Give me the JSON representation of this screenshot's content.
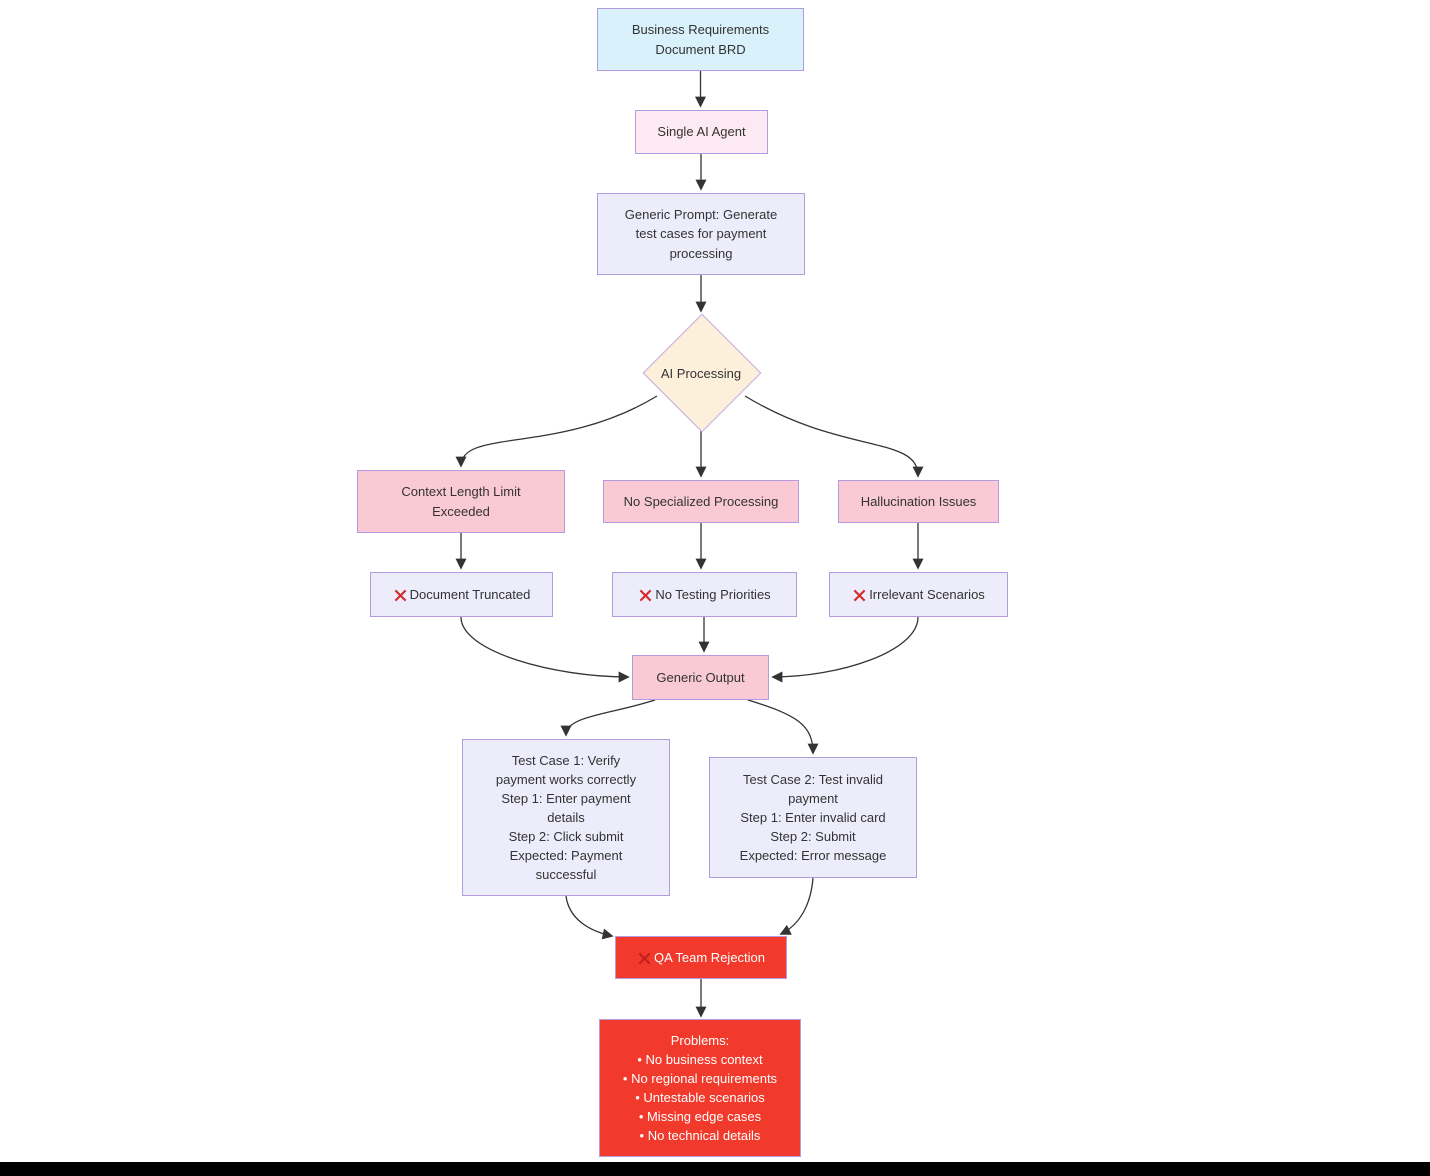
{
  "diagram": {
    "title_hint": "Single AI agent test-case generation failure flowchart",
    "nodes": {
      "brd": {
        "label": "Business Requirements\nDocument BRD"
      },
      "agent": {
        "label": "Single AI Agent"
      },
      "prompt": {
        "label": "Generic Prompt: Generate\ntest cases for payment\nprocessing"
      },
      "decision": {
        "label": "AI Processing"
      },
      "ctx": {
        "label": "Context Length Limit\nExceeded"
      },
      "nsp": {
        "label": "No Specialized Processing"
      },
      "hal": {
        "label": "Hallucination Issues"
      },
      "doc": {
        "label": "Document Truncated"
      },
      "ntp": {
        "label": "No Testing Priorities"
      },
      "irr": {
        "label": "Irrelevant Scenarios"
      },
      "gen": {
        "label": "Generic Output"
      },
      "tc1": {
        "label": "Test Case 1: Verify\npayment works correctly\nStep 1: Enter payment\ndetails\nStep 2: Click submit\nExpected: Payment\nsuccessful"
      },
      "tc2": {
        "label": "Test Case 2: Test invalid\npayment\nStep 1: Enter invalid card\nStep 2: Submit\nExpected: Error message"
      },
      "qa": {
        "label": "QA Team Rejection"
      },
      "problems": {
        "label": "Problems:\n• No business context\n• No regional requirements\n• Untestable scenarios\n• Missing edge cases\n• No technical details"
      }
    },
    "icons": {
      "cross_mark": "✖"
    },
    "colors": {
      "node_blue": "#d9f1fb",
      "node_pink_light": "#fce9f1",
      "node_lavender": "#ececfb",
      "node_cream": "#fdf0da",
      "node_pink": "#f9c9d4",
      "node_red": "#f1392c",
      "border_purple": "#b49ae0",
      "edge": "#333333",
      "cross_red": "#d42a2a",
      "text": "#333333"
    }
  }
}
